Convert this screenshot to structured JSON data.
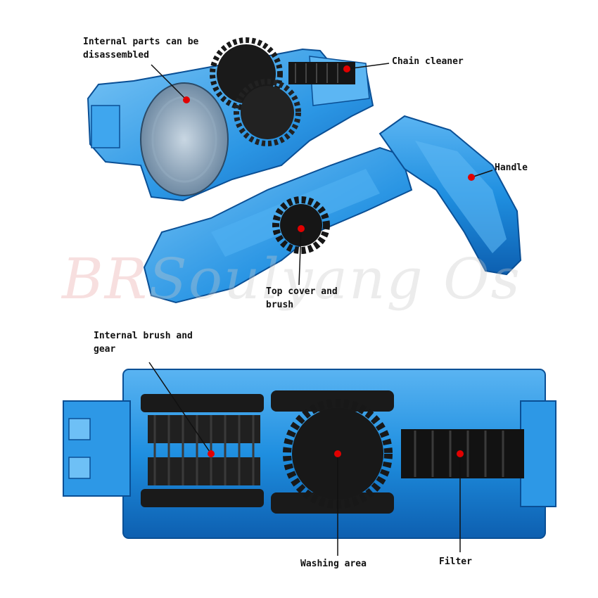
{
  "image": {
    "labels": {
      "internal_parts": "Internal parts can be\ndisassembled",
      "chain_cleaner": "Chain cleaner",
      "handle": "Handle",
      "top_cover": "Top cover and\nbrush",
      "internal_brush": "Internal brush and\ngear",
      "washing_area": "Washing area",
      "filter": "Filter"
    },
    "watermark": {
      "part1": "BR",
      "part2": "Soulyang Os"
    },
    "colors": {
      "plastic": "#1f8fe0",
      "plastic_dark": "#0d5fb0",
      "brush": "#141414",
      "marker": "#e10000",
      "leader": "#111111"
    }
  }
}
